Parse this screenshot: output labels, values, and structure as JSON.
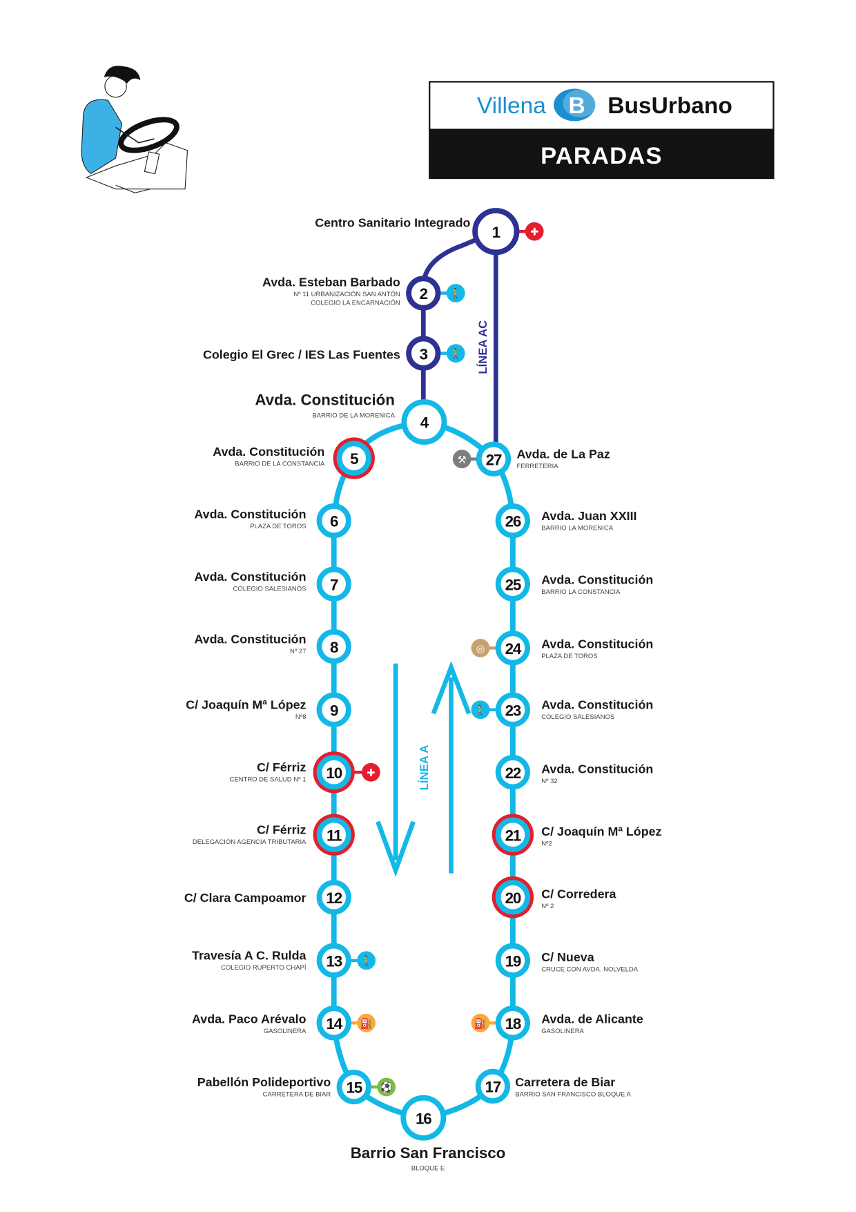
{
  "header": {
    "brand_city": "Villena",
    "brand_logo_letter": "B",
    "brand_name": "BusUrbano",
    "title": "PARADAS"
  },
  "lines": {
    "line_a_label": "LÍNEA A",
    "line_ac_label": "LÍNEA AC"
  },
  "colors": {
    "line_a": "#14b8e6",
    "line_ac": "#2e3192",
    "transfer_ring": "#e31e2d",
    "header_bg": "#121212"
  },
  "stops": [
    {
      "num": "1",
      "name": "Centro Sanitario Integrado",
      "sub": "",
      "line": "AC",
      "transfer": false,
      "icon": "hospital-cross-icon"
    },
    {
      "num": "2",
      "name": "Avda. Esteban Barbado",
      "sub": "Nº 11 URBANIZACIÓN SAN ANTÓN",
      "sub2": "COLEGIO LA ENCARNACIÓN",
      "line": "AC",
      "transfer": false,
      "icon": "school-walker-icon"
    },
    {
      "num": "3",
      "name": "Colegio El Grec / IES Las Fuentes",
      "sub": "",
      "line": "AC",
      "transfer": false,
      "icon": "school-walker-icon"
    },
    {
      "num": "4",
      "name": "Avda. Constitución",
      "sub": "BARRIO DE LA MORENICA",
      "line": "A",
      "transfer": false,
      "icon": ""
    },
    {
      "num": "5",
      "name": "Avda. Constitución",
      "sub": "BARRIO DE LA CONSTANCIA",
      "line": "A",
      "transfer": true,
      "icon": ""
    },
    {
      "num": "6",
      "name": "Avda. Constitución",
      "sub": "PLAZA DE TOROS",
      "line": "A",
      "transfer": false,
      "icon": ""
    },
    {
      "num": "7",
      "name": "Avda. Constitución",
      "sub": "COLEGIO SALESIANOS",
      "line": "A",
      "transfer": false,
      "icon": ""
    },
    {
      "num": "8",
      "name": "Avda. Constitución",
      "sub": "Nº 27",
      "line": "A",
      "transfer": false,
      "icon": ""
    },
    {
      "num": "9",
      "name": "C/ Joaquín Mª López",
      "sub": "Nº8",
      "line": "A",
      "transfer": false,
      "icon": ""
    },
    {
      "num": "10",
      "name": "C/ Férriz",
      "sub": "CENTRO DE SALUD Nº 1",
      "line": "A",
      "transfer": true,
      "icon": "hospital-cross-icon"
    },
    {
      "num": "11",
      "name": "C/ Férriz",
      "sub": "DELEGACIÓN AGENCIA TRIBUTARIA",
      "line": "A",
      "transfer": true,
      "icon": ""
    },
    {
      "num": "12",
      "name": "C/ Clara Campoamor",
      "sub": "",
      "line": "A",
      "transfer": false,
      "icon": ""
    },
    {
      "num": "13",
      "name": "Travesía A C. Rulda",
      "sub": "COLEGIO RUPERTO CHAPÍ",
      "line": "A",
      "transfer": false,
      "icon": "school-walker-icon"
    },
    {
      "num": "14",
      "name": "Avda. Paco Arévalo",
      "sub": "GASOLINERA",
      "line": "A",
      "transfer": false,
      "icon": "fuel-pump-icon"
    },
    {
      "num": "15",
      "name": "Pabellón Polideportivo",
      "sub": "CARRETERA DE BIAR",
      "line": "A",
      "transfer": false,
      "icon": "soccer-ball-icon"
    },
    {
      "num": "16",
      "name": "Barrio San Francisco",
      "sub": "BLOQUE E",
      "line": "A",
      "transfer": false,
      "icon": ""
    },
    {
      "num": "17",
      "name": "Carretera de Biar",
      "sub": "BARRIO SAN FRANCISCO BLOQUE A",
      "line": "A",
      "transfer": false,
      "icon": ""
    },
    {
      "num": "18",
      "name": "Avda. de Alicante",
      "sub": "GASOLINERA",
      "line": "A",
      "transfer": false,
      "icon": "fuel-pump-icon"
    },
    {
      "num": "19",
      "name": "C/ Nueva",
      "sub": "CRUCE CON AVDA. NOLVELDA",
      "line": "A",
      "transfer": false,
      "icon": ""
    },
    {
      "num": "20",
      "name": "C/ Corredera",
      "sub": "Nº 2",
      "line": "A",
      "transfer": true,
      "icon": ""
    },
    {
      "num": "21",
      "name": "C/ Joaquín Mª López",
      "sub": "Nº2",
      "line": "A",
      "transfer": true,
      "icon": ""
    },
    {
      "num": "22",
      "name": "Avda. Constitución",
      "sub": "Nº 32",
      "line": "A",
      "transfer": false,
      "icon": ""
    },
    {
      "num": "23",
      "name": "Avda. Constitución",
      "sub": "COLEGIO SALESIANOS",
      "line": "A",
      "transfer": false,
      "icon": "school-walker-icon"
    },
    {
      "num": "24",
      "name": "Avda. Constitución",
      "sub": "PLAZA DE TOROS",
      "line": "A",
      "transfer": false,
      "icon": "bullring-icon"
    },
    {
      "num": "25",
      "name": "Avda. Constitución",
      "sub": "BARRIO LA CONSTANCIA",
      "line": "A",
      "transfer": false,
      "icon": ""
    },
    {
      "num": "26",
      "name": "Avda. Juan XXIII",
      "sub": "BARRIO LA MORENICA",
      "line": "A",
      "transfer": false,
      "icon": ""
    },
    {
      "num": "27",
      "name": "Avda. de La Paz",
      "sub": "FERRETERIA",
      "line": "A",
      "transfer": false,
      "icon": "hardware-tools-icon"
    }
  ]
}
